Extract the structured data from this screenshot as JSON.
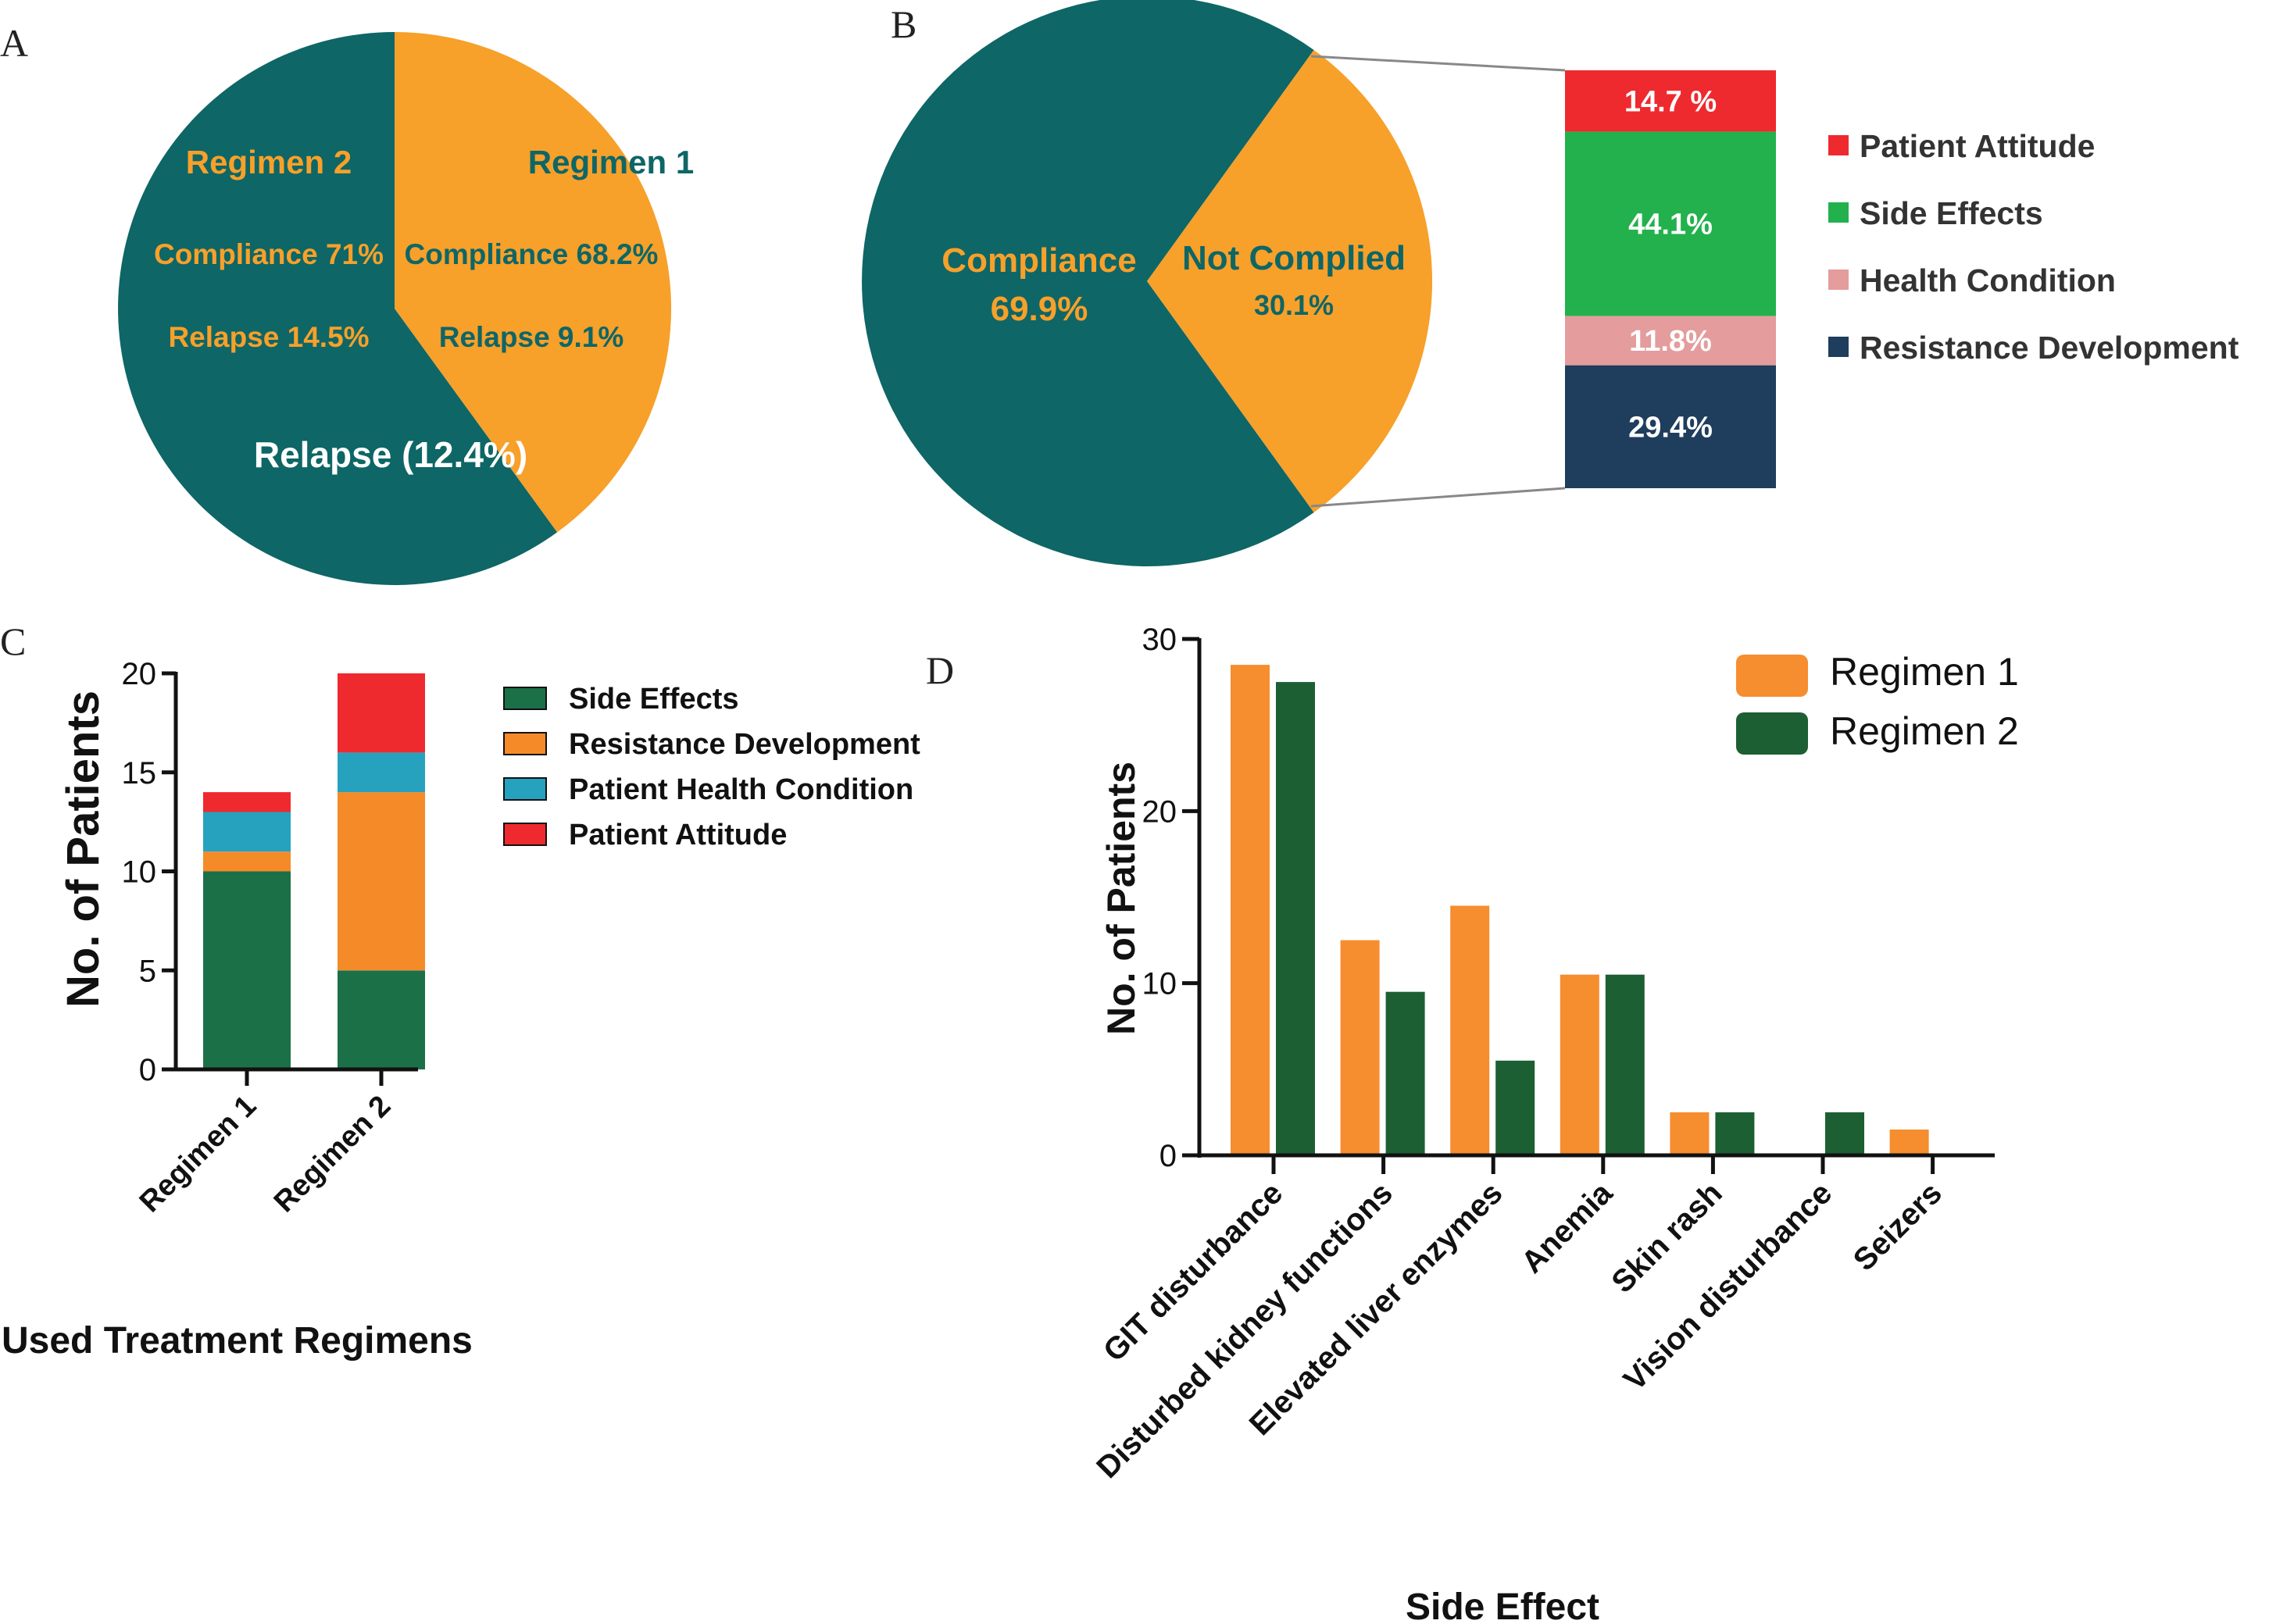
{
  "colors": {
    "teal": "#0e6666",
    "orange": "#f7a02a",
    "red": "#ee2a2f",
    "green": "#23b14d",
    "pink": "#e49c9c",
    "navy": "#1f3d5c",
    "dark_green": "#1c7047",
    "bar_orange": "#f58a29",
    "cyan": "#26a2be",
    "d_green": "#1c5f32",
    "d_orange": "#f68d2f"
  },
  "chart_data": [
    {
      "panel_label": "A",
      "type": "pie",
      "slices": [
        {
          "name": "Regimen 1",
          "value": 40,
          "color": "#f7a02a"
        },
        {
          "name": "Regimen 2",
          "value": 60,
          "color": "#0e6666"
        }
      ],
      "labels": {
        "regimen1": "Regimen 1",
        "regimen1_compliance": "Compliance 68.2%",
        "regimen1_relapse": "Relapse 9.1%",
        "regimen2": "Regimen 2",
        "regimen2_compliance": "Compliance 71%",
        "regimen2_relapse": "Relapse 14.5%",
        "overall_relapse": "Relapse (12.4%)"
      }
    },
    {
      "panel_label": "B",
      "type": "pie",
      "slices": [
        {
          "name": "Compliance",
          "value": 69.9,
          "label": "69.9%",
          "color": "#0e6666"
        },
        {
          "name": "Not Complied",
          "value": 30.1,
          "label": "30.1%",
          "color": "#f7a02a"
        }
      ],
      "breakdown": [
        {
          "name": "Patient Attitude",
          "value": 14.7,
          "label": "14.7 %",
          "color": "#ee2a2f"
        },
        {
          "name": "Side Effects",
          "value": 44.1,
          "label": "44.1%",
          "color": "#23b14d"
        },
        {
          "name": "Health Condition",
          "value": 11.8,
          "label": "11.8%",
          "color": "#e49c9c"
        },
        {
          "name": "Resistance Development",
          "value": 29.4,
          "label": "29.4%",
          "color": "#1f3d5c"
        }
      ]
    },
    {
      "panel_label": "C",
      "type": "bar",
      "stacked": true,
      "categories": [
        "Regimen 1",
        "Regimen 2"
      ],
      "series": [
        {
          "name": "Side Effects",
          "values": [
            10,
            5
          ],
          "color": "#1c7047"
        },
        {
          "name": "Resistance Development",
          "values": [
            1,
            9
          ],
          "color": "#f58a29"
        },
        {
          "name": "Patient Health Condition",
          "values": [
            2,
            2
          ],
          "color": "#26a2be"
        },
        {
          "name": "Patient Attitude",
          "values": [
            1,
            4
          ],
          "color": "#ee2a2f"
        }
      ],
      "ylabel": "No. of Patients",
      "xlabel": "Used Treatment Regimens",
      "ylim": [
        0,
        20
      ],
      "yticks": [
        "0",
        "5",
        "10",
        "15",
        "20"
      ],
      "legend": "right"
    },
    {
      "panel_label": "D",
      "type": "bar",
      "categories": [
        "GIT disturbance",
        "Disturbed kidney functions",
        "Elevated liver enzymes",
        "Anemia",
        "Skin rash",
        "Vision disturbance",
        "Seizers"
      ],
      "series": [
        {
          "name": "Regimen 1",
          "values": [
            28.5,
            12.5,
            14.5,
            10.5,
            2.5,
            0,
            1.5
          ],
          "color": "#f68d2f"
        },
        {
          "name": "Regimen 2",
          "values": [
            27.5,
            9.5,
            5.5,
            10.5,
            2.5,
            2.5,
            0
          ],
          "color": "#1c5f32"
        }
      ],
      "ylabel": "No. of Patients",
      "xlabel": "Side Effect",
      "ylim": [
        0,
        30
      ],
      "yticks": [
        "0",
        "10",
        "20",
        "30"
      ],
      "legend": "top-right"
    }
  ]
}
